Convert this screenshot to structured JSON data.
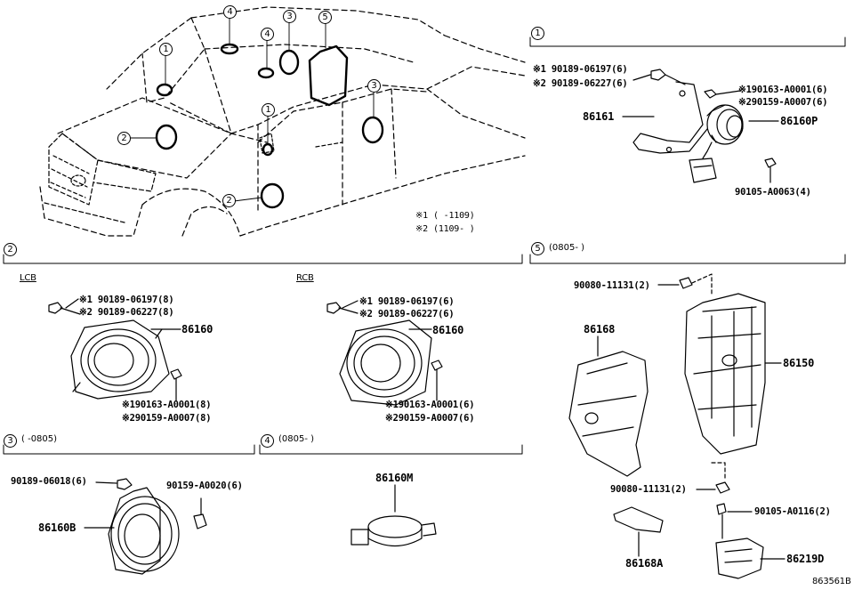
{
  "car_view": {
    "callouts": [
      "1",
      "2",
      "3",
      "4",
      "5"
    ],
    "notes": [
      {
        "mark": "※1",
        "text": "(      -1109)"
      },
      {
        "mark": "※2",
        "text": "(1109-      )"
      }
    ]
  },
  "sections": {
    "s1": {
      "num": "1",
      "header": "",
      "labels": {
        "a": "※1 90189-06197(6)",
        "b": "※2 90189-06227(6)",
        "c": "※190163-A0001(6)",
        "d": "※290159-A0007(6)",
        "e": "86161",
        "f": "86160P",
        "g": "90105-A0063(4)"
      }
    },
    "s2": {
      "num": "2",
      "header": "",
      "lcb": {
        "title": "LCB",
        "a": "※1 90189-06197(8)",
        "b": "※2 90189-06227(8)",
        "part": "86160",
        "c": "※190163-A0001(8)",
        "d": "※290159-A0007(8)"
      },
      "rcb": {
        "title": "RCB",
        "a": "※1 90189-06197(6)",
        "b": "※2 90189-06227(6)",
        "part": "86160",
        "c": "※190163-A0001(6)",
        "d": "※290159-A0007(6)"
      }
    },
    "s3": {
      "num": "3",
      "header": "(      -0805)",
      "labels": {
        "a": "90189-06018(6)",
        "b": "90159-A0020(6)",
        "part": "86160B"
      }
    },
    "s4": {
      "num": "4",
      "header": "(0805-      )",
      "labels": {
        "part": "86160M"
      }
    },
    "s5": {
      "num": "5",
      "header": "(0805-      )",
      "labels": {
        "a": "90080-11131(2)",
        "b": "86168",
        "c": "86150",
        "d": "90080-11131(2)",
        "e": "90105-A0116(2)",
        "f": "86168A",
        "g": "86219D"
      }
    }
  },
  "figure_id": "863561B"
}
